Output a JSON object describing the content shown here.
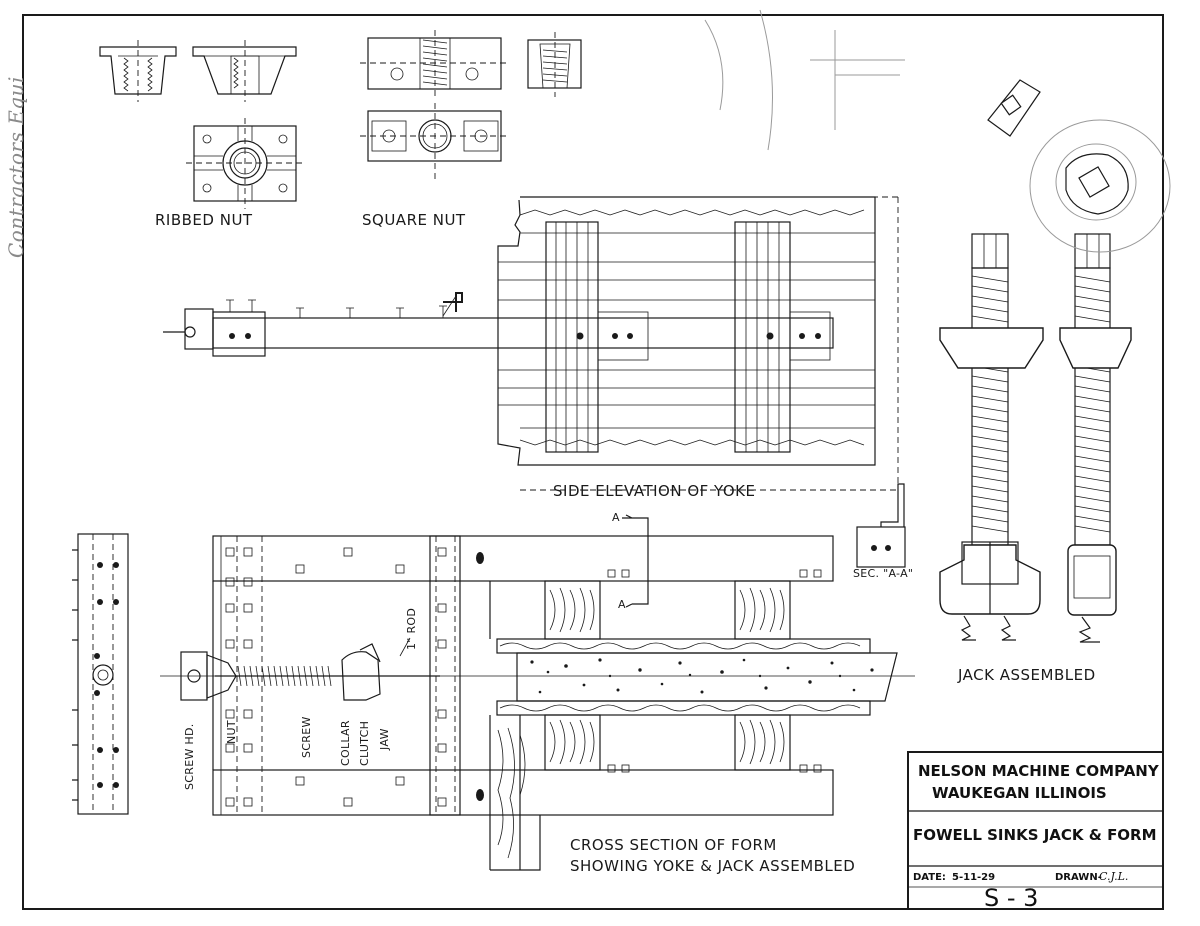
{
  "margin_note": "Contractors Equi",
  "views": {
    "ribbed_nut": "RIBBED NUT",
    "square_nut": "SQUARE NUT",
    "side_elevation": "SIDE ELEVATION OF YOKE",
    "jack_assembled": "JACK ASSEMBLED",
    "cross_section_line1": "CROSS SECTION OF FORM",
    "cross_section_line2": "SHOWING YOKE & JACK ASSEMBLED",
    "section_aa": "SEC. \"A-A\""
  },
  "callouts": {
    "section_marker_top": "A",
    "section_marker_bottom": "A",
    "rod": "1\" ROD",
    "screw_hd": "SCREW HD.",
    "nut": "NUT",
    "screw": "SCREW",
    "collar": "COLLAR",
    "clutch": "CLUTCH",
    "jaw": "JAW"
  },
  "title_block": {
    "company": "NELSON MACHINE COMPANY",
    "location": "WAUKEGAN ILLINOIS",
    "title": "FOWELL SINKS JACK & FORM",
    "date_label": "DATE:",
    "date": "5-11-29",
    "drawn_label": "DRAWN-",
    "drawn_by": "C.J.L.",
    "sheet_no": "S - 3"
  }
}
